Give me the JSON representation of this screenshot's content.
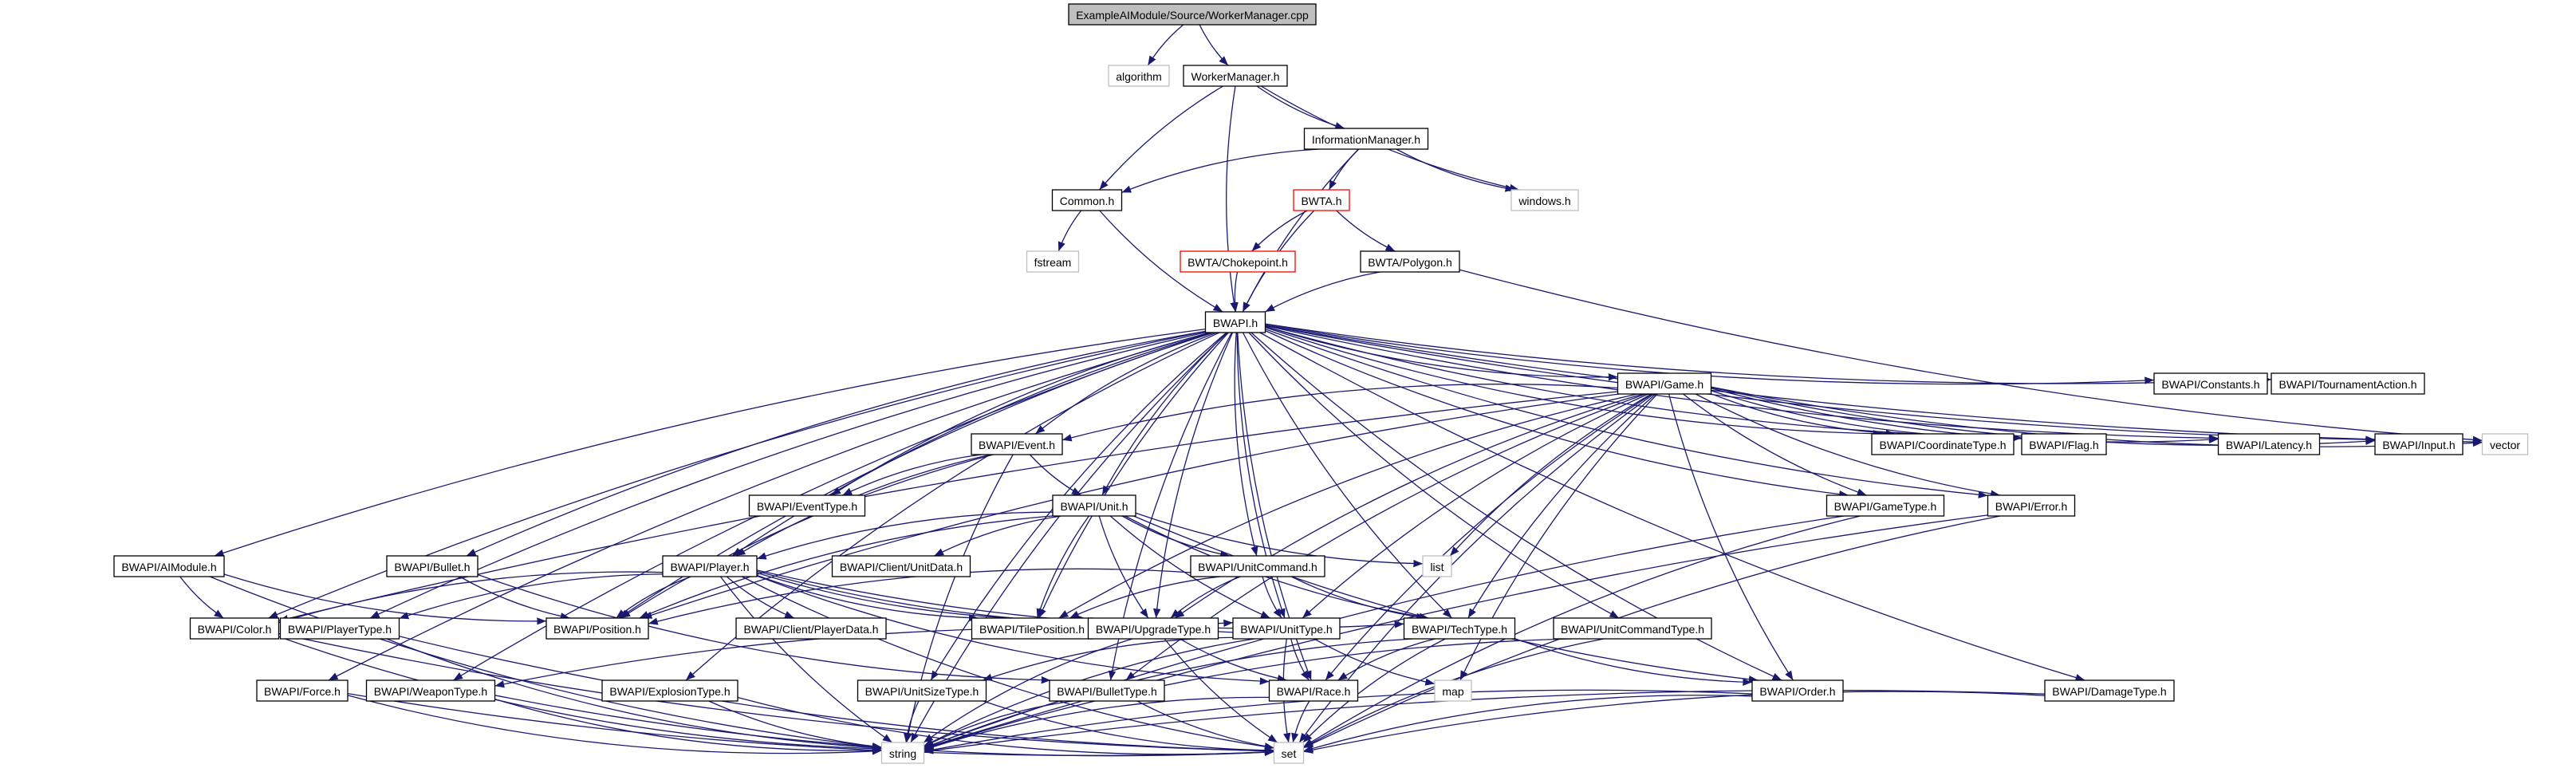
{
  "colors": {
    "edge": "#191970",
    "border_normal": "#000000",
    "border_external": "#bfbfbf",
    "border_truncated": "#ff0000",
    "root_fill": "#bfbfbf",
    "node_fill": "#ffffff"
  },
  "nodes": [
    {
      "id": "root",
      "label": "ExampleAIModule/Source/WorkerManager.cpp",
      "kind": "root"
    },
    {
      "id": "algorithm",
      "label": "algorithm",
      "kind": "external"
    },
    {
      "id": "workermanager",
      "label": "WorkerManager.h",
      "kind": "normal"
    },
    {
      "id": "infomanager",
      "label": "InformationManager.h",
      "kind": "normal"
    },
    {
      "id": "windows",
      "label": "windows.h",
      "kind": "external"
    },
    {
      "id": "common",
      "label": "Common.h",
      "kind": "normal"
    },
    {
      "id": "bwta",
      "label": "BWTA.h",
      "kind": "truncated"
    },
    {
      "id": "fstream",
      "label": "fstream",
      "kind": "external"
    },
    {
      "id": "chokepoint",
      "label": "BWTA/Chokepoint.h",
      "kind": "truncated"
    },
    {
      "id": "polygon",
      "label": "BWTA/Polygon.h",
      "kind": "normal"
    },
    {
      "id": "bwapi",
      "label": "BWAPI.h",
      "kind": "normal"
    },
    {
      "id": "game",
      "label": "BWAPI/Game.h",
      "kind": "normal"
    },
    {
      "id": "constants",
      "label": "BWAPI/Constants.h",
      "kind": "normal"
    },
    {
      "id": "tournament",
      "label": "BWAPI/TournamentAction.h",
      "kind": "normal"
    },
    {
      "id": "event",
      "label": "BWAPI/Event.h",
      "kind": "normal"
    },
    {
      "id": "coordtype",
      "label": "BWAPI/CoordinateType.h",
      "kind": "normal"
    },
    {
      "id": "flag",
      "label": "BWAPI/Flag.h",
      "kind": "normal"
    },
    {
      "id": "latency",
      "label": "BWAPI/Latency.h",
      "kind": "normal"
    },
    {
      "id": "input",
      "label": "BWAPI/Input.h",
      "kind": "normal"
    },
    {
      "id": "vector",
      "label": "vector",
      "kind": "external"
    },
    {
      "id": "eventtype",
      "label": "BWAPI/EventType.h",
      "kind": "normal"
    },
    {
      "id": "unit",
      "label": "BWAPI/Unit.h",
      "kind": "normal"
    },
    {
      "id": "gametype",
      "label": "BWAPI/GameType.h",
      "kind": "normal"
    },
    {
      "id": "error",
      "label": "BWAPI/Error.h",
      "kind": "normal"
    },
    {
      "id": "list",
      "label": "list",
      "kind": "external"
    },
    {
      "id": "aimodule",
      "label": "BWAPI/AIModule.h",
      "kind": "normal"
    },
    {
      "id": "bullet",
      "label": "BWAPI/Bullet.h",
      "kind": "normal"
    },
    {
      "id": "player",
      "label": "BWAPI/Player.h",
      "kind": "normal"
    },
    {
      "id": "unitdata",
      "label": "BWAPI/Client/UnitData.h",
      "kind": "normal"
    },
    {
      "id": "unitcommand",
      "label": "BWAPI/UnitCommand.h",
      "kind": "normal"
    },
    {
      "id": "color",
      "label": "BWAPI/Color.h",
      "kind": "normal"
    },
    {
      "id": "playertype",
      "label": "BWAPI/PlayerType.h",
      "kind": "normal"
    },
    {
      "id": "position",
      "label": "BWAPI/Position.h",
      "kind": "normal"
    },
    {
      "id": "playerdata",
      "label": "BWAPI/Client/PlayerData.h",
      "kind": "normal"
    },
    {
      "id": "tileposition",
      "label": "BWAPI/TilePosition.h",
      "kind": "normal"
    },
    {
      "id": "upgradetype",
      "label": "BWAPI/UpgradeType.h",
      "kind": "normal"
    },
    {
      "id": "unittype",
      "label": "BWAPI/UnitType.h",
      "kind": "normal"
    },
    {
      "id": "techtype",
      "label": "BWAPI/TechType.h",
      "kind": "normal"
    },
    {
      "id": "unitcommandtype",
      "label": "BWAPI/UnitCommandType.h",
      "kind": "normal"
    },
    {
      "id": "force",
      "label": "BWAPI/Force.h",
      "kind": "normal"
    },
    {
      "id": "weapontype",
      "label": "BWAPI/WeaponType.h",
      "kind": "normal"
    },
    {
      "id": "explosiontype",
      "label": "BWAPI/ExplosionType.h",
      "kind": "normal"
    },
    {
      "id": "unitsizetype",
      "label": "BWAPI/UnitSizeType.h",
      "kind": "normal"
    },
    {
      "id": "bullettype",
      "label": "BWAPI/BulletType.h",
      "kind": "normal"
    },
    {
      "id": "race",
      "label": "BWAPI/Race.h",
      "kind": "normal"
    },
    {
      "id": "map",
      "label": "map",
      "kind": "external"
    },
    {
      "id": "order",
      "label": "BWAPI/Order.h",
      "kind": "normal"
    },
    {
      "id": "damagetype",
      "label": "BWAPI/DamageType.h",
      "kind": "normal"
    },
    {
      "id": "string",
      "label": "string",
      "kind": "external"
    },
    {
      "id": "set",
      "label": "set",
      "kind": "external"
    }
  ],
  "edges": [
    [
      "root",
      "algorithm"
    ],
    [
      "root",
      "workermanager"
    ],
    [
      "workermanager",
      "infomanager"
    ],
    [
      "workermanager",
      "common"
    ],
    [
      "workermanager",
      "windows"
    ],
    [
      "workermanager",
      "bwapi"
    ],
    [
      "infomanager",
      "common"
    ],
    [
      "infomanager",
      "bwta"
    ],
    [
      "infomanager",
      "windows"
    ],
    [
      "infomanager",
      "bwapi"
    ],
    [
      "common",
      "fstream"
    ],
    [
      "common",
      "bwapi"
    ],
    [
      "bwta",
      "chokepoint"
    ],
    [
      "bwta",
      "polygon"
    ],
    [
      "bwta",
      "bwapi"
    ],
    [
      "chokepoint",
      "bwapi"
    ],
    [
      "polygon",
      "bwapi"
    ],
    [
      "polygon",
      "vector"
    ],
    [
      "bwapi",
      "game"
    ],
    [
      "bwapi",
      "constants"
    ],
    [
      "bwapi",
      "tournament"
    ],
    [
      "bwapi",
      "event"
    ],
    [
      "bwapi",
      "eventtype"
    ],
    [
      "bwapi",
      "unit"
    ],
    [
      "bwapi",
      "aimodule"
    ],
    [
      "bwapi",
      "bullet"
    ],
    [
      "bwapi",
      "player"
    ],
    [
      "bwapi",
      "unitcommand"
    ],
    [
      "bwapi",
      "color"
    ],
    [
      "bwapi",
      "playertype"
    ],
    [
      "bwapi",
      "position"
    ],
    [
      "bwapi",
      "tileposition"
    ],
    [
      "bwapi",
      "upgradetype"
    ],
    [
      "bwapi",
      "unittype"
    ],
    [
      "bwapi",
      "techtype"
    ],
    [
      "bwapi",
      "unitcommandtype"
    ],
    [
      "bwapi",
      "force"
    ],
    [
      "bwapi",
      "weapontype"
    ],
    [
      "bwapi",
      "explosiontype"
    ],
    [
      "bwapi",
      "unitsizetype"
    ],
    [
      "bwapi",
      "bullettype"
    ],
    [
      "bwapi",
      "race"
    ],
    [
      "bwapi",
      "order"
    ],
    [
      "bwapi",
      "damagetype"
    ],
    [
      "bwapi",
      "coordtype"
    ],
    [
      "bwapi",
      "flag"
    ],
    [
      "bwapi",
      "latency"
    ],
    [
      "bwapi",
      "input"
    ],
    [
      "bwapi",
      "vector"
    ],
    [
      "bwapi",
      "gametype"
    ],
    [
      "bwapi",
      "error"
    ],
    [
      "bwapi",
      "string"
    ],
    [
      "game",
      "event"
    ],
    [
      "game",
      "coordtype"
    ],
    [
      "game",
      "flag"
    ],
    [
      "game",
      "latency"
    ],
    [
      "game",
      "input"
    ],
    [
      "game",
      "vector"
    ],
    [
      "game",
      "gametype"
    ],
    [
      "game",
      "error"
    ],
    [
      "game",
      "list"
    ],
    [
      "game",
      "color"
    ],
    [
      "game",
      "tileposition"
    ],
    [
      "game",
      "unittype"
    ],
    [
      "game",
      "upgradetype"
    ],
    [
      "game",
      "techtype"
    ],
    [
      "game",
      "race"
    ],
    [
      "game",
      "order"
    ],
    [
      "game",
      "map"
    ],
    [
      "game",
      "set"
    ],
    [
      "game",
      "position"
    ],
    [
      "game",
      "bullettype"
    ],
    [
      "event",
      "eventtype"
    ],
    [
      "event",
      "unit"
    ],
    [
      "event",
      "player"
    ],
    [
      "event",
      "position"
    ],
    [
      "event",
      "string"
    ],
    [
      "unit",
      "list"
    ],
    [
      "unit",
      "unitdata"
    ],
    [
      "unit",
      "player"
    ],
    [
      "unit",
      "unitcommand"
    ],
    [
      "unit",
      "tileposition"
    ],
    [
      "unit",
      "upgradetype"
    ],
    [
      "unit",
      "unittype"
    ],
    [
      "unit",
      "techtype"
    ],
    [
      "unit",
      "order"
    ],
    [
      "unit",
      "position"
    ],
    [
      "player",
      "color"
    ],
    [
      "player",
      "playertype"
    ],
    [
      "player",
      "position"
    ],
    [
      "player",
      "playerdata"
    ],
    [
      "player",
      "tileposition"
    ],
    [
      "player",
      "upgradetype"
    ],
    [
      "player",
      "unittype"
    ],
    [
      "player",
      "techtype"
    ],
    [
      "player",
      "race"
    ],
    [
      "player",
      "set"
    ],
    [
      "player",
      "string"
    ],
    [
      "aimodule",
      "color"
    ],
    [
      "aimodule",
      "position"
    ],
    [
      "aimodule",
      "string"
    ],
    [
      "bullet",
      "position"
    ],
    [
      "bullet",
      "bullettype"
    ],
    [
      "unitcommand",
      "position"
    ],
    [
      "unitcommand",
      "tileposition"
    ],
    [
      "unitcommand",
      "upgradetype"
    ],
    [
      "unitcommand",
      "unittype"
    ],
    [
      "unitcommand",
      "techtype"
    ],
    [
      "gametype",
      "string"
    ],
    [
      "gametype",
      "set"
    ],
    [
      "error",
      "string"
    ],
    [
      "error",
      "set"
    ],
    [
      "color",
      "string"
    ],
    [
      "color",
      "set"
    ],
    [
      "playertype",
      "string"
    ],
    [
      "playertype",
      "set"
    ],
    [
      "upgradetype",
      "race"
    ],
    [
      "upgradetype",
      "string"
    ],
    [
      "upgradetype",
      "set"
    ],
    [
      "unittype",
      "race"
    ],
    [
      "unittype",
      "unitsizetype"
    ],
    [
      "unittype",
      "weapontype"
    ],
    [
      "unittype",
      "map"
    ],
    [
      "unittype",
      "string"
    ],
    [
      "unittype",
      "set"
    ],
    [
      "techtype",
      "race"
    ],
    [
      "techtype",
      "order"
    ],
    [
      "techtype",
      "string"
    ],
    [
      "techtype",
      "set"
    ],
    [
      "unitcommandtype",
      "string"
    ],
    [
      "unitcommandtype",
      "set"
    ],
    [
      "force",
      "string"
    ],
    [
      "force",
      "set"
    ],
    [
      "weapontype",
      "string"
    ],
    [
      "weapontype",
      "set"
    ],
    [
      "explosiontype",
      "string"
    ],
    [
      "explosiontype",
      "set"
    ],
    [
      "unitsizetype",
      "string"
    ],
    [
      "unitsizetype",
      "set"
    ],
    [
      "bullettype",
      "string"
    ],
    [
      "bullettype",
      "set"
    ],
    [
      "race",
      "string"
    ],
    [
      "race",
      "set"
    ],
    [
      "order",
      "string"
    ],
    [
      "order",
      "set"
    ],
    [
      "damagetype",
      "string"
    ],
    [
      "damagetype",
      "set"
    ]
  ]
}
